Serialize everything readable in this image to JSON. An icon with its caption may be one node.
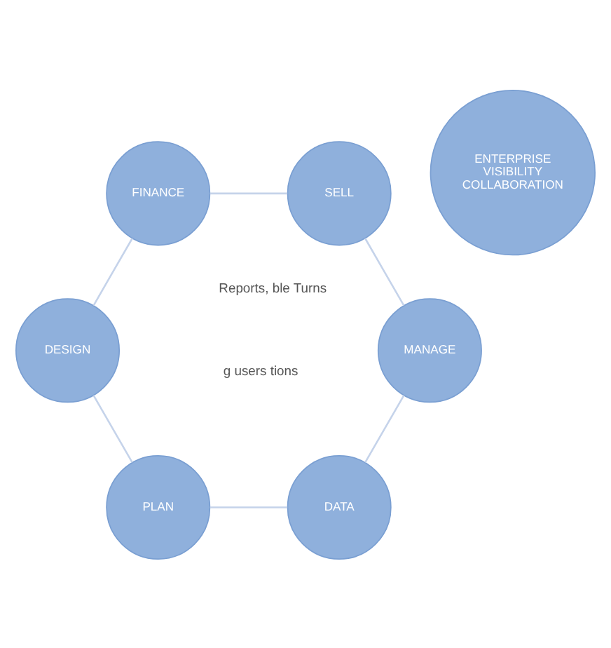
{
  "diagram": {
    "nodes": [
      {
        "text": [
          "DATA"
        ]
      },
      {
        "text": [
          "MANAGE"
        ]
      },
      {
        "text": [
          "PLAN"
        ]
      },
      {
        "text": [
          "ENTERPRISE VISIBILITY COLLABORATION"
        ]
      },
      {
        "text": [
          "SELL"
        ]
      },
      {
        "text": [
          "DESIGN"
        ]
      },
      {
        "text": [
          "FINANCE"
        ]
      }
    ],
    "edges": [
      {
        "from": 0,
        "to": 2,
        "arrow": "none"
      },
      {
        "from": 2,
        "to": 5,
        "arrow": "none"
      },
      {
        "from": 5,
        "to": 6,
        "arrow": "none"
      },
      {
        "from": 6,
        "to": 4,
        "arrow": "none"
      },
      {
        "from": 4,
        "to": 1,
        "arrow": "none"
      },
      {
        "from": 1,
        "to": 0,
        "arrow": "none"
      }
    ],
    "labels": [
      "Reports, ble Turns",
      "g users tions"
    ]
  }
}
